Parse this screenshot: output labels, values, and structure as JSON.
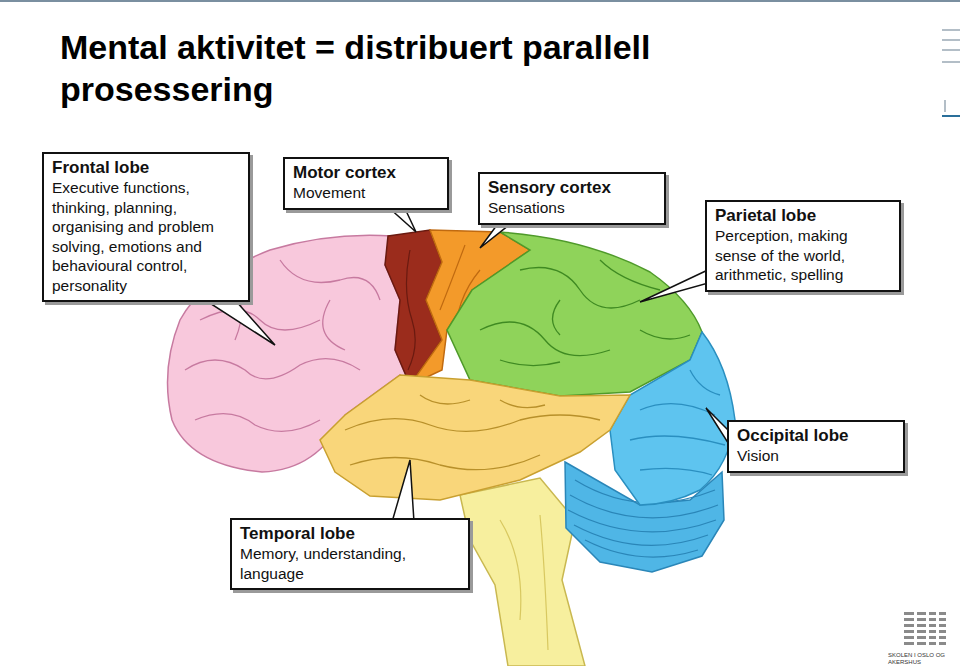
{
  "diagram": {
    "title": "Mental aktivitet = distribuert parallell prosessering",
    "nodes": [
      {
        "text": [
          "Frontal lobe",
          "Executive functions, thinking, planning, organising and problem solving, emotions and behavioural control, personality"
        ]
      },
      {
        "text": [
          "Motor cortex",
          "Movement"
        ]
      },
      {
        "text": [
          "Sensory cortex",
          "Sensations"
        ]
      },
      {
        "text": [
          "Parietal lobe",
          "Perception, making sense of the world, arithmetic, spelling"
        ]
      },
      {
        "text": [
          "Occipital lobe",
          "Vision"
        ]
      },
      {
        "text": [
          "Temporal lobe",
          "Memory, understanding, language"
        ]
      }
    ],
    "labels": [
      "SKOLEN I OSLO OG AKERSHUS"
    ]
  }
}
